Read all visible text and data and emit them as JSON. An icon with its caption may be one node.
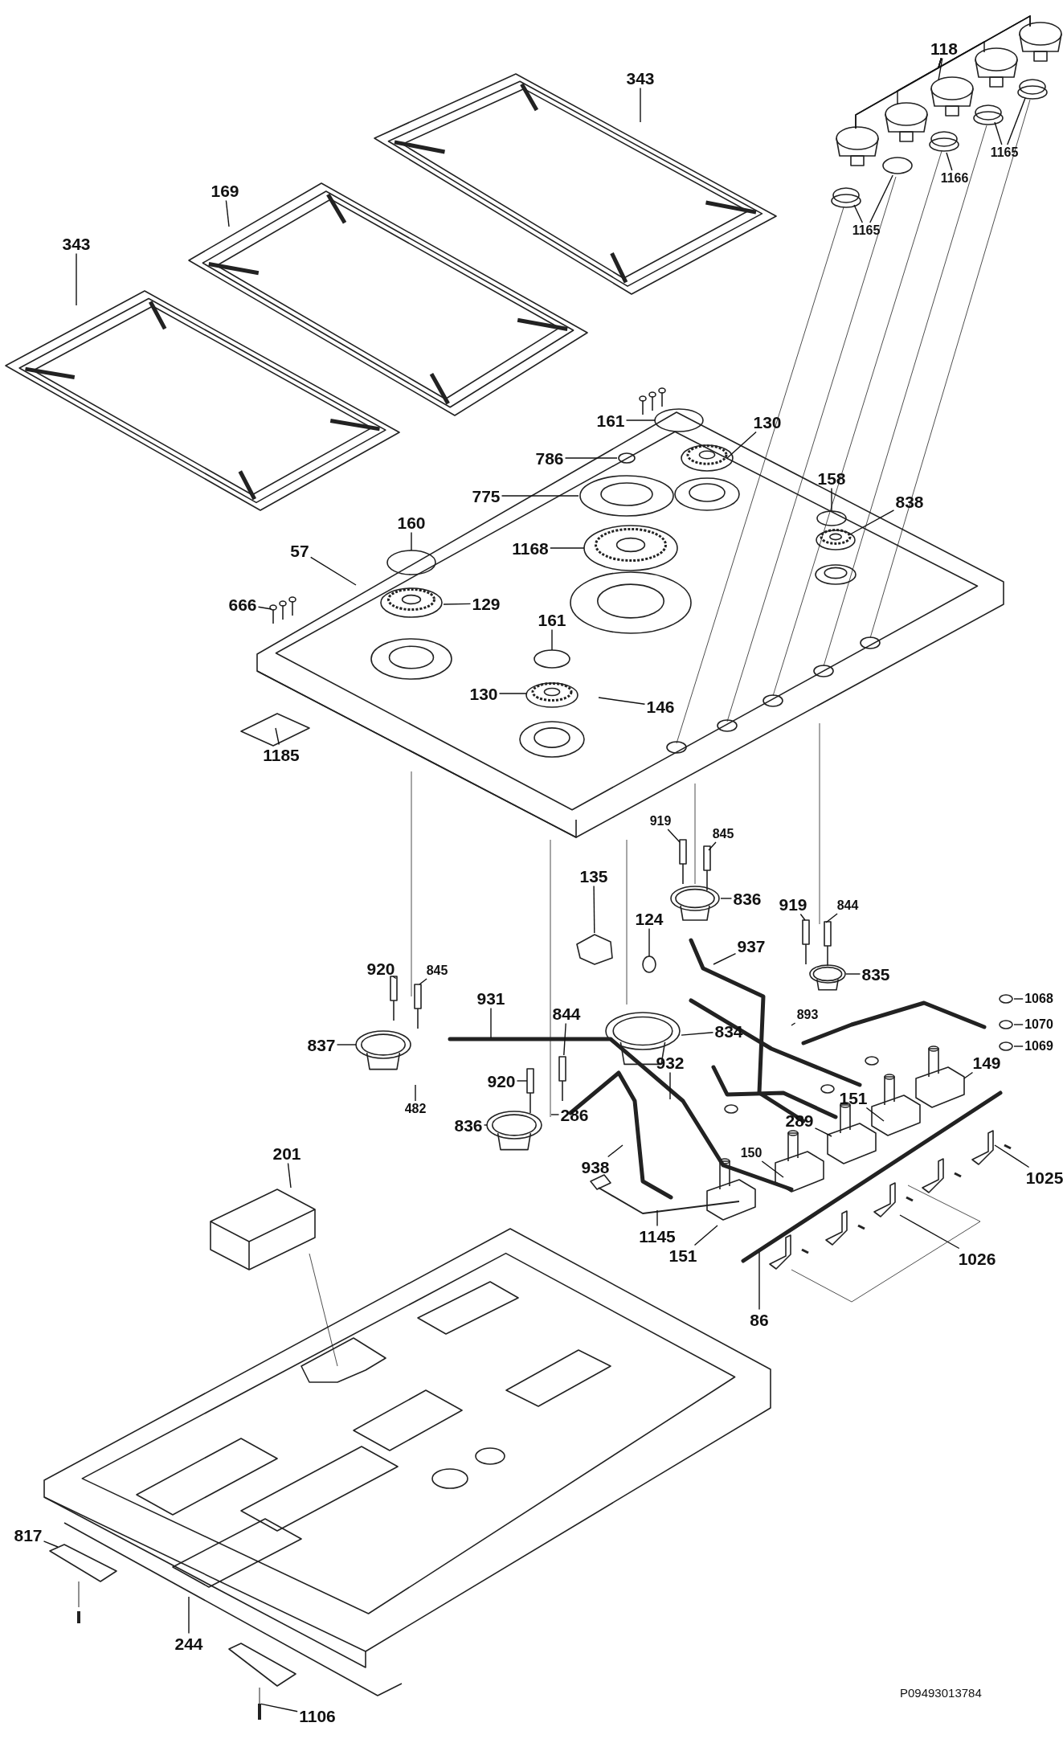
{
  "diagram": {
    "nodes": [
      {
        "text": [
          "118"
        ]
      },
      {
        "text": [
          "1165"
        ]
      },
      {
        "text": [
          "1166"
        ]
      },
      {
        "text": [
          "1165"
        ]
      },
      {
        "text": [
          "343"
        ]
      },
      {
        "text": [
          "169"
        ]
      },
      {
        "text": [
          "343"
        ]
      },
      {
        "text": [
          "161"
        ]
      },
      {
        "text": [
          "130"
        ]
      },
      {
        "text": [
          "786"
        ]
      },
      {
        "text": [
          "775"
        ]
      },
      {
        "text": [
          "158"
        ]
      },
      {
        "text": [
          "838"
        ]
      },
      {
        "text": [
          "160"
        ]
      },
      {
        "text": [
          "1168"
        ]
      },
      {
        "text": [
          "57"
        ]
      },
      {
        "text": [
          "666"
        ]
      },
      {
        "text": [
          "129"
        ]
      },
      {
        "text": [
          "161"
        ]
      },
      {
        "text": [
          "130"
        ]
      },
      {
        "text": [
          "146"
        ]
      },
      {
        "text": [
          "1185"
        ]
      },
      {
        "text": [
          "919"
        ]
      },
      {
        "text": [
          "845"
        ]
      },
      {
        "text": [
          "836"
        ]
      },
      {
        "text": [
          "135"
        ]
      },
      {
        "text": [
          "124"
        ]
      },
      {
        "text": [
          "919"
        ]
      },
      {
        "text": [
          "844"
        ]
      },
      {
        "text": [
          "937"
        ]
      },
      {
        "text": [
          "835"
        ]
      },
      {
        "text": [
          "920"
        ]
      },
      {
        "text": [
          "845"
        ]
      },
      {
        "text": [
          "931"
        ]
      },
      {
        "text": [
          "893"
        ]
      },
      {
        "text": [
          "844"
        ]
      },
      {
        "text": [
          "834"
        ]
      },
      {
        "text": [
          "837"
        ]
      },
      {
        "text": [
          "1068"
        ]
      },
      {
        "text": [
          "1070"
        ]
      },
      {
        "text": [
          "1069"
        ]
      },
      {
        "text": [
          "920"
        ]
      },
      {
        "text": [
          "932"
        ]
      },
      {
        "text": [
          "149"
        ]
      },
      {
        "text": [
          "286"
        ]
      },
      {
        "text": [
          "151"
        ]
      },
      {
        "text": [
          "289"
        ]
      },
      {
        "text": [
          "836"
        ]
      },
      {
        "text": [
          "482"
        ]
      },
      {
        "text": [
          "150"
        ]
      },
      {
        "text": [
          "938"
        ]
      },
      {
        "text": [
          "1145"
        ]
      },
      {
        "text": [
          "151"
        ]
      },
      {
        "text": [
          "1025"
        ]
      },
      {
        "text": [
          "1026"
        ]
      },
      {
        "text": [
          "86"
        ]
      },
      {
        "text": [
          "201"
        ]
      },
      {
        "text": [
          "817"
        ]
      },
      {
        "text": [
          "244"
        ]
      },
      {
        "text": [
          "1106"
        ]
      },
      {
        "text": [],
        "shape": "circle"
      },
      {
        "text": [],
        "shape": "circle"
      },
      {
        "text": [],
        "shape": "picture"
      },
      {
        "text": [],
        "shape": "picture"
      },
      {
        "text": [],
        "shape": "picture"
      },
      {
        "text": [],
        "shape": "picture"
      },
      {
        "text": [],
        "shape": "circle"
      },
      {
        "text": [],
        "shape": "picture"
      }
    ],
    "edges": [
      {
        "from": 0,
        "to": null,
        "arrow": "none"
      },
      {
        "from": 0,
        "to": null,
        "arrow": "none"
      },
      {
        "from": 0,
        "to": null,
        "arrow": "none"
      },
      {
        "from": 0,
        "to": null,
        "arrow": "none"
      },
      {
        "from": 0,
        "to": null,
        "arrow": "none"
      },
      {
        "from": 1,
        "to": null,
        "arrow": "none"
      },
      {
        "from": 1,
        "to": 60,
        "arrow": "none"
      },
      {
        "from": 2,
        "to": null,
        "arrow": "none"
      },
      {
        "from": 3,
        "to": null,
        "arrow": "none"
      },
      {
        "from": 3,
        "to": null,
        "arrow": "none"
      },
      {
        "from": 4,
        "to": null,
        "arrow": "none"
      },
      {
        "from": 5,
        "to": null,
        "arrow": "none"
      },
      {
        "from": 6,
        "to": null,
        "arrow": "none"
      },
      {
        "from": 7,
        "to": null,
        "arrow": "none"
      },
      {
        "from": 8,
        "to": null,
        "arrow": "none"
      },
      {
        "from": 9,
        "to": 61,
        "arrow": "none"
      },
      {
        "from": 10,
        "to": 62,
        "arrow": "none"
      },
      {
        "from": 11,
        "to": null,
        "arrow": "none"
      },
      {
        "from": 12,
        "to": null,
        "arrow": "none"
      },
      {
        "from": 13,
        "to": null,
        "arrow": "none"
      },
      {
        "from": 14,
        "to": null,
        "arrow": "none"
      },
      {
        "from": 15,
        "to": null,
        "arrow": "none"
      },
      {
        "from": 16,
        "to": null,
        "arrow": "none"
      },
      {
        "from": 17,
        "to": null,
        "arrow": "none"
      },
      {
        "from": 18,
        "to": null,
        "arrow": "none"
      },
      {
        "from": 19,
        "to": null,
        "arrow": "none"
      },
      {
        "from": 20,
        "to": null,
        "arrow": "none"
      },
      {
        "from": 21,
        "to": null,
        "arrow": "none"
      },
      {
        "from": 22,
        "to": null,
        "arrow": "none"
      },
      {
        "from": 23,
        "to": null,
        "arrow": "none"
      },
      {
        "from": 24,
        "to": null,
        "arrow": "none"
      },
      {
        "from": 25,
        "to": 63,
        "arrow": "none"
      },
      {
        "from": 26,
        "to": null,
        "arrow": "none"
      },
      {
        "from": 27,
        "to": null,
        "arrow": "none"
      },
      {
        "from": 28,
        "to": null,
        "arrow": "none"
      },
      {
        "from": 29,
        "to": null,
        "arrow": "none"
      },
      {
        "from": 30,
        "to": null,
        "arrow": "none"
      },
      {
        "from": 31,
        "to": null,
        "arrow": "none"
      },
      {
        "from": 32,
        "to": null,
        "arrow": "none"
      },
      {
        "from": 33,
        "to": null,
        "arrow": "none"
      },
      {
        "from": 34,
        "to": null,
        "arrow": "none"
      },
      {
        "from": 35,
        "to": 64,
        "arrow": "none"
      },
      {
        "from": 36,
        "to": 65,
        "arrow": "none"
      },
      {
        "from": 37,
        "to": null,
        "arrow": "none"
      },
      {
        "from": 38,
        "to": null,
        "arrow": "none"
      },
      {
        "from": 39,
        "to": null,
        "arrow": "none"
      },
      {
        "from": 40,
        "to": 66,
        "arrow": "none"
      },
      {
        "from": 41,
        "to": null,
        "arrow": "none"
      },
      {
        "from": 42,
        "to": null,
        "arrow": "none"
      },
      {
        "from": 43,
        "to": null,
        "arrow": "none"
      },
      {
        "from": 44,
        "to": null,
        "arrow": "none"
      },
      {
        "from": 45,
        "to": null,
        "arrow": "none"
      },
      {
        "from": 46,
        "to": null,
        "arrow": "none"
      },
      {
        "from": 47,
        "to": null,
        "arrow": "none"
      },
      {
        "from": 48,
        "to": null,
        "arrow": "none"
      },
      {
        "from": 49,
        "to": null,
        "arrow": "none"
      },
      {
        "from": 50,
        "to": null,
        "arrow": "none"
      },
      {
        "from": 51,
        "to": null,
        "arrow": "none"
      },
      {
        "from": 52,
        "to": null,
        "arrow": "none"
      },
      {
        "from": 53,
        "to": null,
        "arrow": "none"
      },
      {
        "from": 54,
        "to": null,
        "arrow": "none"
      },
      {
        "from": 55,
        "to": null,
        "arrow": "none"
      },
      {
        "from": 56,
        "to": null,
        "arrow": "none"
      },
      {
        "from": 57,
        "to": null,
        "arrow": "none"
      },
      {
        "from": 58,
        "to": null,
        "arrow": "none"
      },
      {
        "from": 59,
        "to": 67,
        "arrow": "none"
      }
    ],
    "labels": [
      "P09493013784"
    ]
  }
}
